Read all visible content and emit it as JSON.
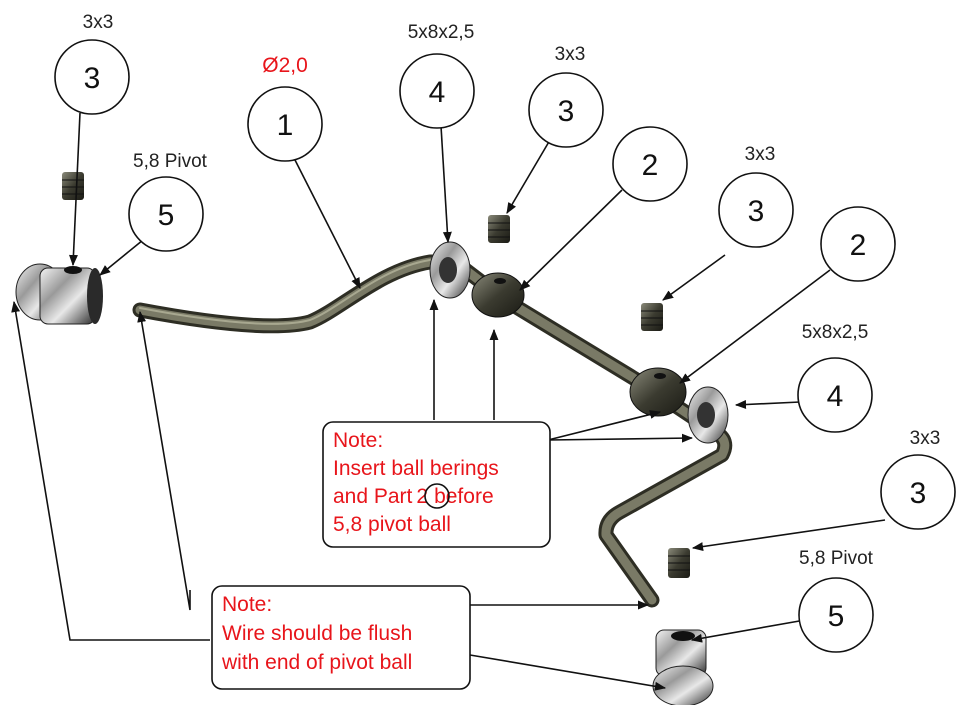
{
  "balloons": [
    {
      "id": "b3-topleft",
      "num": "3",
      "spec": "3x3"
    },
    {
      "id": "b5-left",
      "num": "5",
      "spec": "5,8 Pivot"
    },
    {
      "id": "b1",
      "num": "1",
      "spec": "Ø2,0"
    },
    {
      "id": "b4-top",
      "num": "4",
      "spec": "5x8x2,5"
    },
    {
      "id": "b3-top",
      "num": "3",
      "spec": "3x3"
    },
    {
      "id": "b2-top",
      "num": "2",
      "spec": ""
    },
    {
      "id": "b3-mid",
      "num": "3",
      "spec": "3x3"
    },
    {
      "id": "b2-mid",
      "num": "2",
      "spec": ""
    },
    {
      "id": "b4-right",
      "num": "4",
      "spec": "5x8x2,5"
    },
    {
      "id": "b3-right",
      "num": "3",
      "spec": "3x3"
    },
    {
      "id": "b5-bottom",
      "num": "5",
      "spec": "5,8 Pivot"
    }
  ],
  "notes": {
    "bearings": {
      "line1": "Note:",
      "line2": "Insert ball berings",
      "line3_pre": "and Part",
      "line3_ref": "2",
      "line3_post": "before",
      "line4": "5,8 pivot ball"
    },
    "wire": {
      "line1": "Note:",
      "line2": "Wire should be flush",
      "line3": "with end of pivot ball"
    }
  },
  "colors": {
    "note_text": "#e8151b",
    "wire": "#5a5a4a",
    "leader": "#111111"
  }
}
